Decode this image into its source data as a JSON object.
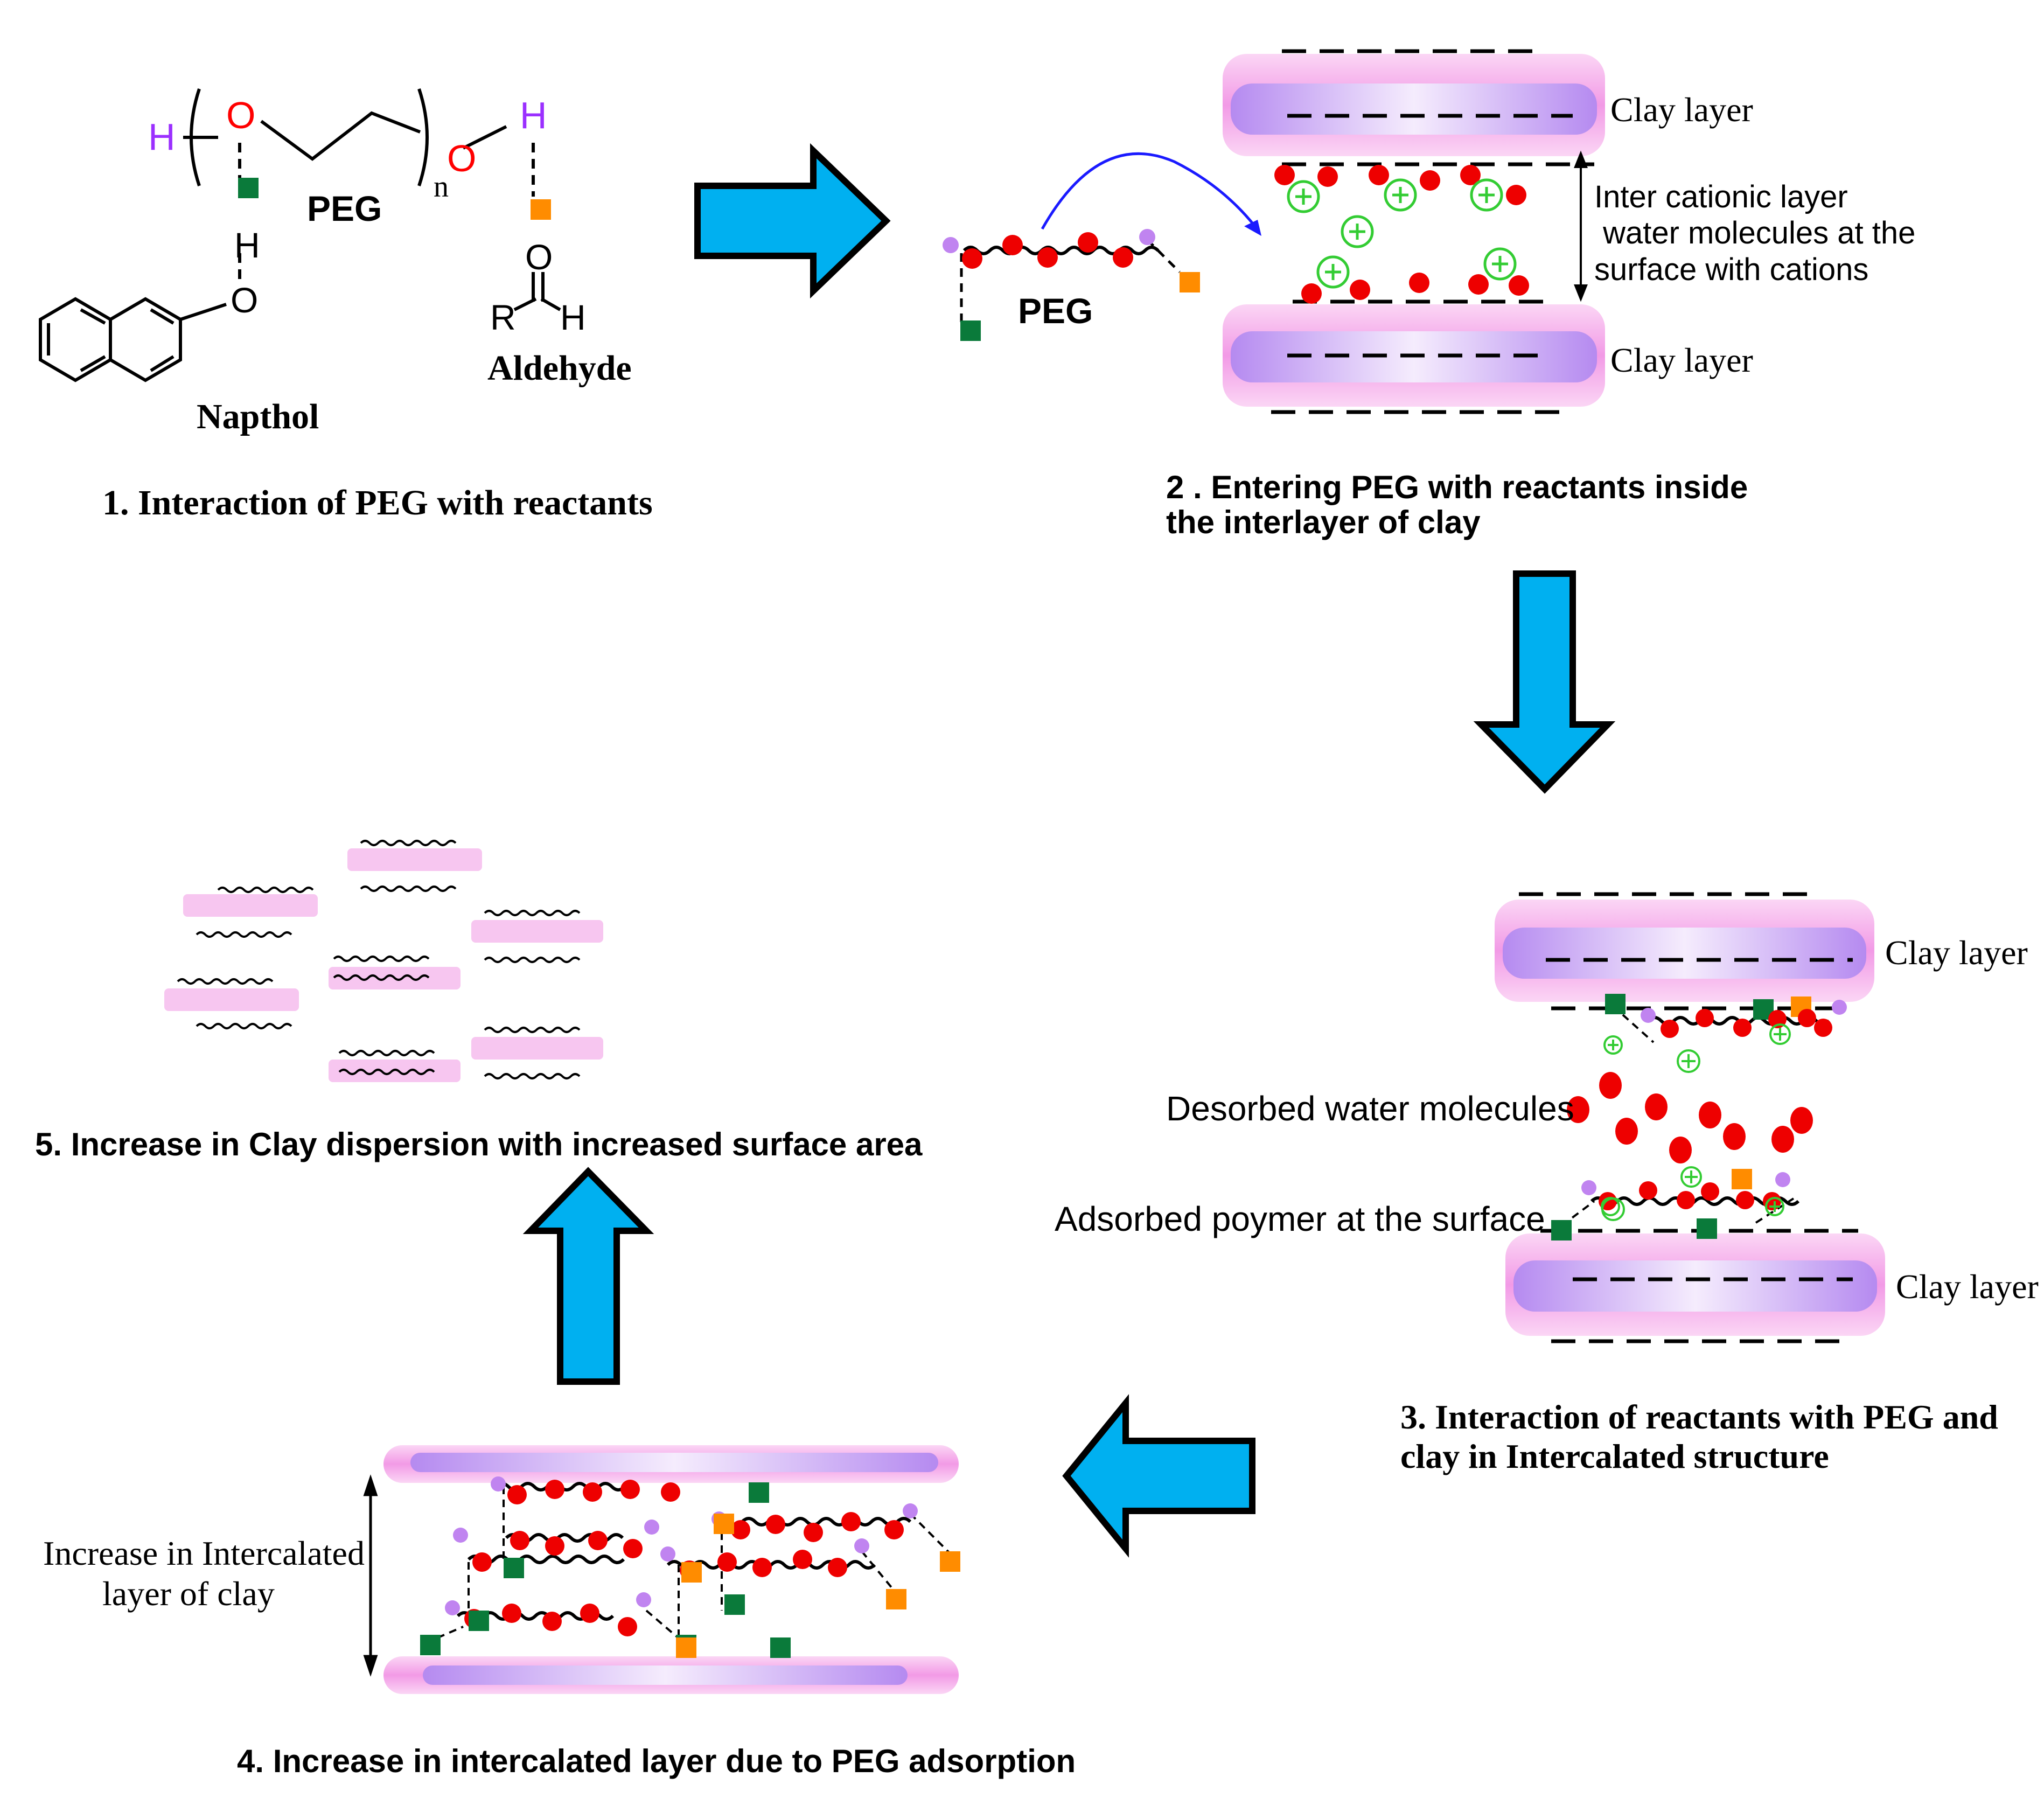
{
  "panel1": {
    "chem_h_left": "H",
    "chem_o_left": "O",
    "chem_o_right": "O",
    "chem_h_right": "H",
    "chem_n": "n",
    "peg_label": "PEG",
    "naphthol_h": "H",
    "naphthol_o": "O",
    "naphthol_label": "Napthol",
    "aldehyde_o": "O",
    "aldehyde_r": "R",
    "aldehyde_h": "H",
    "aldehyde_label": "Aldehyde",
    "caption": "1. Interaction of PEG with reactants"
  },
  "panel2": {
    "peg_label": "PEG",
    "clay_top_label": "Clay layer",
    "clay_bottom_label": "Clay layer",
    "gap_label_line1": "Inter cationic layer",
    "gap_label_line2": " water molecules at the",
    "gap_label_line3": "surface with cations",
    "caption_line1": "2 . Entering PEG with reactants inside",
    "caption_line2": "the interlayer of clay"
  },
  "panel3": {
    "clay_top_label": "Clay layer",
    "clay_bottom_label": "Clay layer",
    "desorbed_label": "Desorbed water molecules",
    "adsorbed_label": "Adsorbed poymer at the surface",
    "caption_line1": "3. Interaction of reactants with PEG and",
    "caption_line2": "clay in Intercalated structure"
  },
  "panel4": {
    "side_label_line1": "Increase in Intercalated",
    "side_label_line2": "layer of clay",
    "caption": "4. Increase in intercalated layer due to PEG adsorption"
  },
  "panel5": {
    "caption": "5. Increase in Clay dispersion with increased surface area"
  },
  "colors": {
    "arrow": "#00b0f0",
    "clay": "#f7c6f0",
    "clay_inner": "#c9a3f0",
    "water": "#ee0000",
    "cation": "#33cc33",
    "green_square": "#0a7a3a",
    "orange_square": "#ff8c00",
    "purple_dot": "#c084f0",
    "oxygen": "#ff0000",
    "hydrogen": "#9b30ff",
    "curved_arrow": "#1a1aff"
  }
}
